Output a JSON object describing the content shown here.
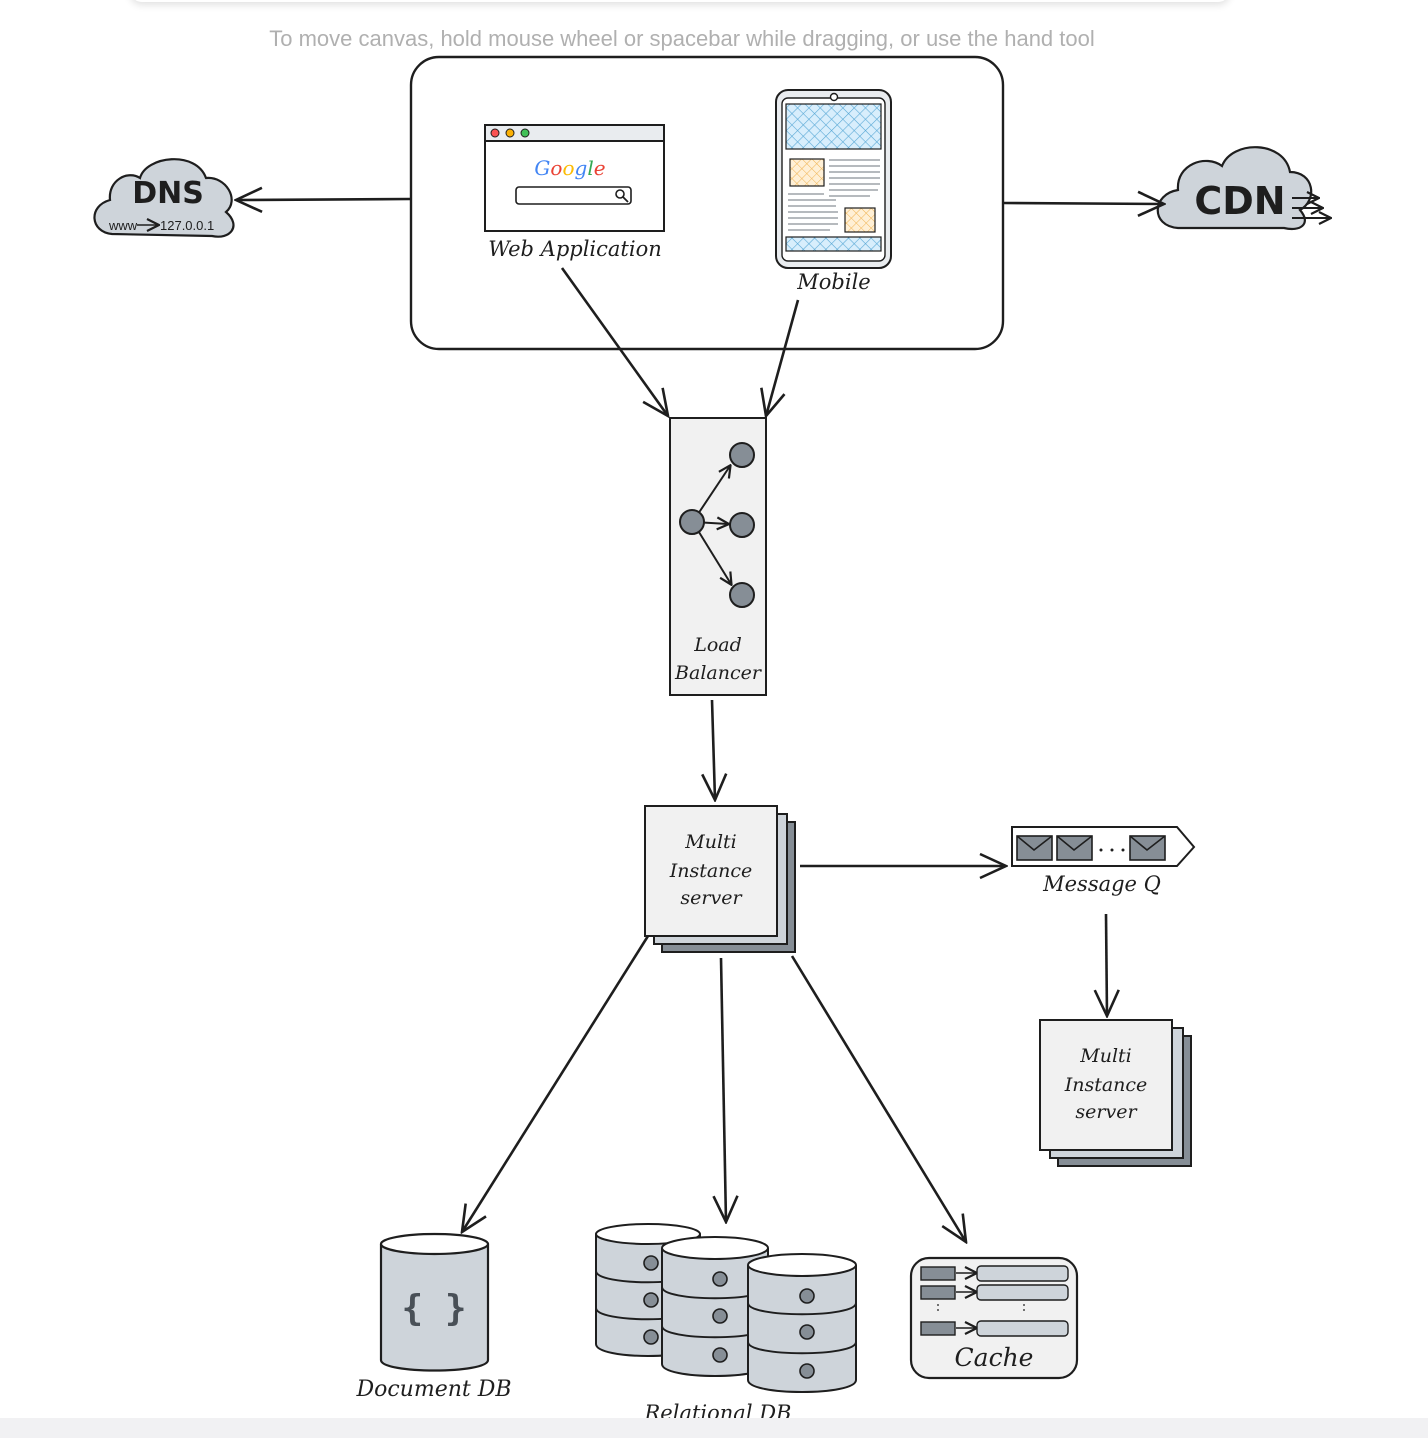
{
  "canvas": {
    "hint": "To move canvas, hold mouse wheel or spacebar while dragging, or use the hand tool"
  },
  "diagram": {
    "dns": {
      "title": "DNS",
      "mapping_from": "www",
      "mapping_to": "127.0.0.1"
    },
    "cdn": {
      "title": "CDN"
    },
    "web_app": {
      "label": "Web Application",
      "logo": "Google"
    },
    "mobile": {
      "label": "Mobile"
    },
    "load_balancer": {
      "line1": "Load",
      "line2": "Balancer"
    },
    "server_main": {
      "line1": "Multi",
      "line2": "Instance",
      "line3": "server"
    },
    "message_q": {
      "label": "Message Q"
    },
    "server_worker": {
      "line1": "Multi",
      "line2": "Instance",
      "line3": "server"
    },
    "document_db": {
      "label": "Document DB",
      "glyph": "{ }"
    },
    "relational_db": {
      "label": "Relational DB"
    },
    "cache": {
      "label": "Cache"
    }
  },
  "colors": {
    "stroke": "#1e1e1e",
    "fill_gray": "#ced4da",
    "fill_dark": "#868e96",
    "fill_light": "#f1f1f1",
    "hatch_blue": "#a5d8ff",
    "hatch_orange": "#ffd8a8"
  }
}
